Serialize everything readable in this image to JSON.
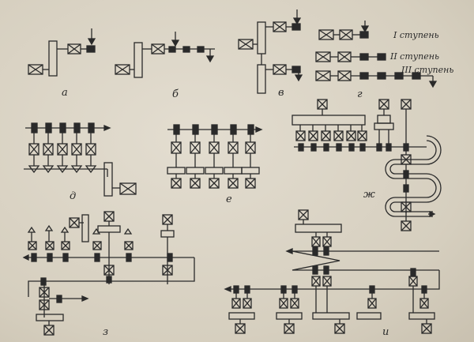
{
  "labels": {
    "a": "а",
    "b": "б",
    "v": "в",
    "g": "г",
    "d": "д",
    "e": "е",
    "zh": "ж",
    "z": "з",
    "i": "и"
  },
  "legend": {
    "stage1": "I ступень",
    "stage2": "II ступень",
    "stage3": "III ступень"
  },
  "colors": {
    "ink": "#2a2a2a",
    "paper": "#e0dacd"
  }
}
